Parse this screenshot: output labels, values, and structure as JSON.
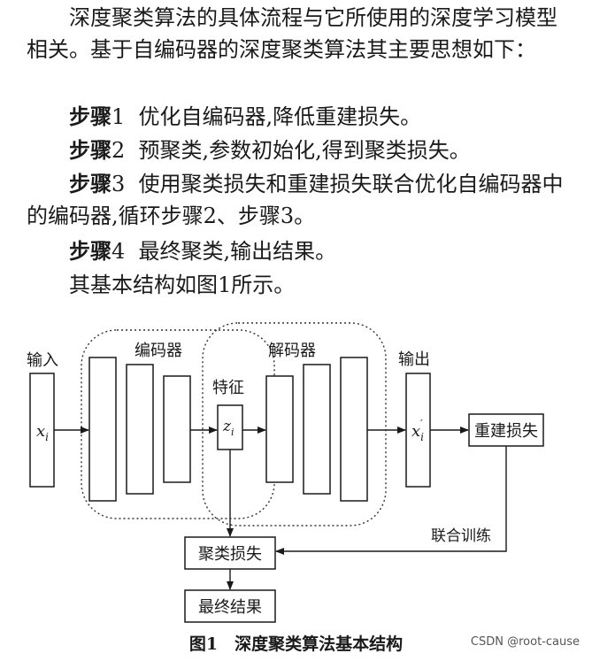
{
  "paragraphs": {
    "intro": "深度聚类算法的具体流程与它所使用的深度学习模型相关。基于自编码器的深度聚类算法其主要思想如下：",
    "steps": [
      {
        "label": "步骤",
        "num": "1",
        "text": "优化自编码器,降低重建损失。"
      },
      {
        "label": "步骤",
        "num": "2",
        "text": "预聚类,参数初始化,得到聚类损失。"
      },
      {
        "label": "步骤",
        "num": "3",
        "text": "使用聚类损失和重建损失联合优化自编码器中的编码器,循环步骤2、步骤3。"
      },
      {
        "label": "步骤",
        "num": "4",
        "text": "最终聚类,输出结果。"
      }
    ],
    "closing": "其基本结构如图1所示。"
  },
  "figure": {
    "input_label": "输入",
    "encoder_label": "编码器",
    "feature_label": "特征",
    "decoder_label": "解码器",
    "output_label": "输出",
    "x_in": "x",
    "x_in_sub": "i",
    "z_feat": "z",
    "z_feat_sub": "i",
    "x_out": "x",
    "x_out_sub": "i",
    "x_out_prime": "′",
    "recon_loss": "重建损失",
    "joint_training": "联合训练",
    "cluster_loss": "聚类损失",
    "final_result": "最终结果",
    "caption": "图1　深度聚类算法基本结构"
  },
  "watermark": "CSDN @root-cause"
}
